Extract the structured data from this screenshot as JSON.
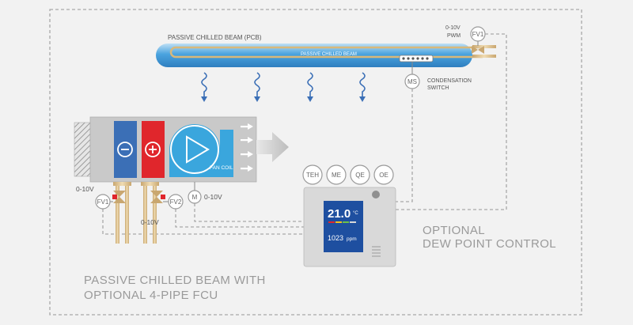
{
  "beam": {
    "title": "PASSIVE CHILLED BEAM (PCB)",
    "inner_label": "PASSIVE CHILLED BEAM"
  },
  "signals": {
    "top_right_1": "0-10V",
    "top_right_2": "PWM",
    "left_fv1": "0-10V",
    "left_fv2": "0-10V",
    "motor": "0-10V"
  },
  "condensation": {
    "line1": "CONDENSATION",
    "line2": "SWITCH"
  },
  "fan_coil": {
    "label": "FAN COIL"
  },
  "components": {
    "fv1_top": "FV1",
    "ms": "MS",
    "fv1": "FV1",
    "fv2": "FV2",
    "motor": "M"
  },
  "sensors": [
    "TEH",
    "ME",
    "QE",
    "OE"
  ],
  "controller": {
    "temperature": "21.0",
    "temp_unit": "°C",
    "co2": "1023",
    "co2_unit": "ppm"
  },
  "captions": {
    "optional_line1": "OPTIONAL",
    "optional_line2": "DEW POINT CONTROL",
    "main_line1": "PASSIVE CHILLED BEAM WITH",
    "main_line2": "OPTIONAL 4-PIPE FCU"
  },
  "colors": {
    "cooling_coil": "#3b6fb6",
    "heating_coil": "#e0262c",
    "fan": "#3aa6dd",
    "beam": "#4aa3df",
    "screen": "#1e4fa0"
  }
}
